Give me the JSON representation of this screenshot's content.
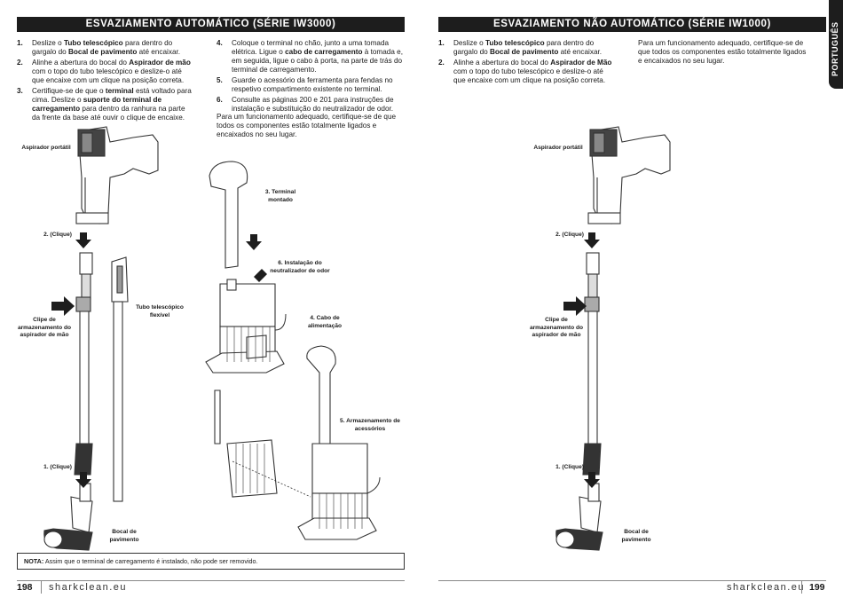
{
  "left": {
    "title": "ESVAZIAMENTO AUTOMÁTICO (SÉRIE IW3000)",
    "steps_col1": [
      {
        "num": "1.",
        "html": "Deslize o <b>Tubo telescópico</b> para dentro do gargalo do <b>Bocal de pavimento</b> até encaixar."
      },
      {
        "num": "2.",
        "html": "Alinhe a abertura do bocal do <b>Aspirador de mão</b> com o topo do tubo telescópico e deslize-o até que encaixe com um clique na posição correta."
      },
      {
        "num": "3.",
        "html": "Certifique-se de que o <b>terminal</b> está voltado para cima. Deslize o <b>suporte do terminal de carregamento</b> para dentro da ranhura na parte da frente da base até ouvir o clique de encaixe."
      }
    ],
    "steps_col2": [
      {
        "num": "4.",
        "html": "Coloque o terminal no chão, junto a uma tomada elétrica. Ligue o <b>cabo de carregamento</b> à tomada e, em seguida, ligue o cabo à porta, na parte de trás do terminal de carregamento."
      },
      {
        "num": "5.",
        "html": "Guarde o acessório da ferramenta para fendas no respetivo compartimento existente no terminal."
      },
      {
        "num": "6.",
        "html": "Consulte as páginas 200 e 201 para instruções de instalação e substituição do neutralizador de odor."
      }
    ],
    "note_paragraph": "Para um funcionamento adequado, certifique-se de que todos os componentes estão totalmente ligados e encaixados no seu lugar.",
    "labels": {
      "handheld": "Aspirador portátil",
      "click2": "2. (Clique)",
      "storage_clip": "Clipe de armazenamento do aspirador de mão",
      "flex_tube": "Tubo telescópico flexível",
      "click1": "1. (Clique)",
      "floor_nozzle": "Bocal de pavimento",
      "dock_assembled": "3. Terminal montado",
      "odor_install": "6. Instalação do neutralizador de odor",
      "power_cord": "4. Cabo de alimentação",
      "accessory_storage": "5. Armazenamento de acessórios"
    },
    "note_label": "NOTA:",
    "note_text": " Assim que o terminal de carregamento é instalado, não pode ser removido.",
    "page_number": "198",
    "site": "sharkclean.eu"
  },
  "right": {
    "title": "ESVAZIAMENTO NÃO AUTOMÁTICO (SÉRIE IW1000)",
    "steps": [
      {
        "num": "1.",
        "html": "Deslize o <b>Tubo telescópico</b> para dentro do gargalo do <b>Bocal de pavimento</b> até encaixar."
      },
      {
        "num": "2.",
        "html": "Alinhe a abertura do bocal do <b>Aspirador de Mão</b> com o topo do tubo telescópico e deslize-o até que encaixe com um clique na posição correta."
      }
    ],
    "note_paragraph": "Para um funcionamento adequado, certifique-se de que todos os componentes estão totalmente ligados e encaixados no seu lugar.",
    "labels": {
      "handheld": "Aspirador portátil",
      "click2": "2. (Clique)",
      "storage_clip": "Clipe de armazenamento do aspirador de mão",
      "click1": "1. (Clique)",
      "floor_nozzle": "Bocal de pavimento"
    },
    "page_number": "199",
    "site": "sharkclean.eu",
    "lang_tab": "PORTUGUÊS"
  },
  "colors": {
    "dark": "#1d1d1d",
    "line": "#333333"
  }
}
